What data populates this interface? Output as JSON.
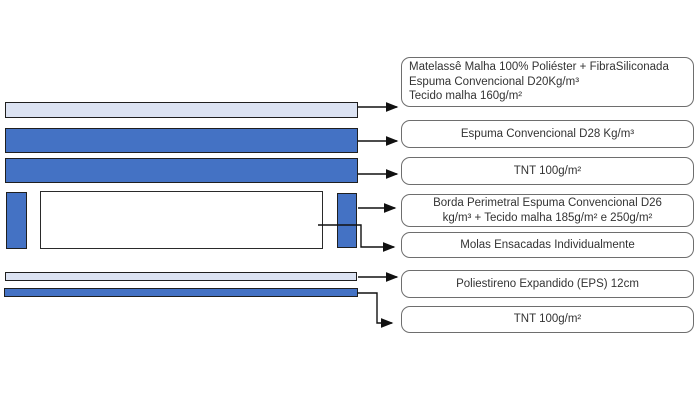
{
  "colors": {
    "background": "#ffffff",
    "layer_blue": "#4472c4",
    "layer_light": "#dce3f3",
    "layer_border": "#1f1f1f",
    "box_border": "#6e6e6e",
    "box_text": "#333333",
    "arrow": "#111111"
  },
  "layers": [
    {
      "id": "matelasse-top-layer",
      "fill": "light"
    },
    {
      "id": "espuma-d28-layer",
      "fill": "blue"
    },
    {
      "id": "tnt-top-layer",
      "fill": "blue"
    },
    {
      "id": "borda-left-block",
      "fill": "blue"
    },
    {
      "id": "molas-core",
      "fill": "white"
    },
    {
      "id": "borda-right-block",
      "fill": "blue"
    },
    {
      "id": "eps-layer",
      "fill": "light"
    },
    {
      "id": "tnt-bottom-layer",
      "fill": "blue"
    }
  ],
  "labels": [
    {
      "text": "Matelassê Malha 100% Poliéster + FibraSiliconada\nEspuma Convencional D20Kg/m³\nTecido malha 160g/m²"
    },
    {
      "text": "Espuma Convencional D28 Kg/m³"
    },
    {
      "text": "TNT 100g/m²"
    },
    {
      "text": "Borda Perimetral Espuma Convencional D26\nkg/m³ + Tecido malha 185g/m² e 250g/m²"
    },
    {
      "text": "Molas Ensacadas Individualmente"
    },
    {
      "text": "Poliestireno Expandido (EPS) 12cm"
    },
    {
      "text": "TNT 100g/m²"
    }
  ]
}
